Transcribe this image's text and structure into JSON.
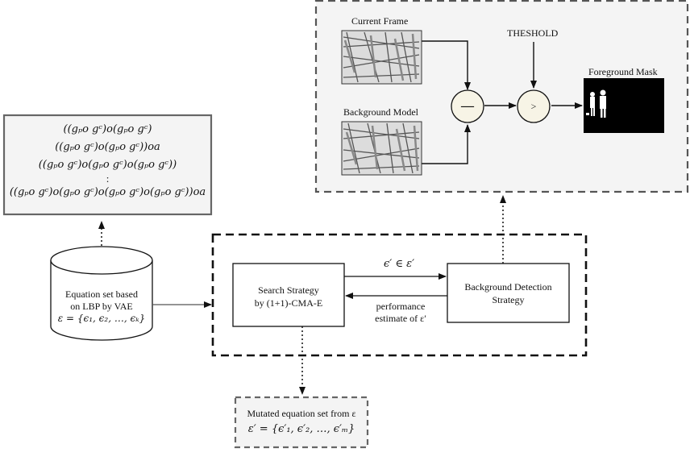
{
  "equation_set_box": {
    "lines": [
      "((gₚo gᶜ)o(gₚo gᶜ)",
      "((gₚo gᶜ)o(gₚo gᶜ))oa",
      "((gₚo gᶜ)o(gₚo gᶜ)o(gₚo gᶜ))",
      ":",
      "((gₚo gᶜ)o(gₚo gᶜ)o(gₚo gᶜ)o(gₚo gᶜ))oa"
    ]
  },
  "database": {
    "line1": "Equation set based",
    "line2": "on LBP by VAE",
    "line3": "ε = {ϵ₁, ϵ₂, …, ϵₖ}"
  },
  "search_strategy": {
    "line1": "Search Strategy",
    "line2": "by (1+1)-CMA-E"
  },
  "background_detection": {
    "line1": "Background Detection",
    "line2": "Strategy"
  },
  "arrow_labels": {
    "forward": "ϵ′ ∈ ε′",
    "feedback_line1": "performance",
    "feedback_line2": "estimate of ε′"
  },
  "mutated_set": {
    "line1": "Mutated equation set from ε",
    "line2": "ε′ = {ϵ′₁, ϵ′₂, …, ϵ′ₘ}"
  },
  "pipeline": {
    "current_frame": "Current  Frame",
    "background_model": "Background Model",
    "threshold": "THESHOLD",
    "foreground_mask": "Foreground Mask",
    "minus_symbol": "—",
    "greater_symbol": ">"
  }
}
